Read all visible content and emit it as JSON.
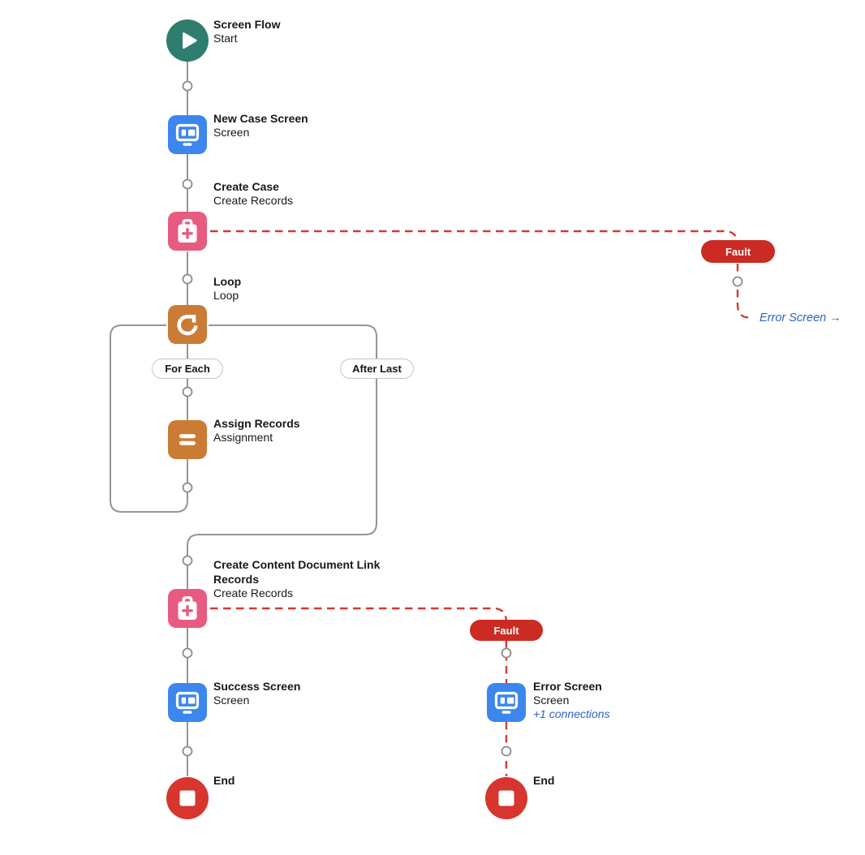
{
  "flow": {
    "nodes": {
      "start": {
        "title": "Screen Flow",
        "subtitle": "Start"
      },
      "new_case_screen": {
        "title": "New Case Screen",
        "subtitle": "Screen"
      },
      "create_case": {
        "title": "Create Case",
        "subtitle": "Create Records"
      },
      "loop": {
        "title": "Loop",
        "subtitle": "Loop"
      },
      "assign_records": {
        "title": "Assign Records",
        "subtitle": "Assignment"
      },
      "create_cdl": {
        "title": "Create Content Document Link Records",
        "subtitle": "Create Records"
      },
      "success_screen": {
        "title": "Success Screen",
        "subtitle": "Screen"
      },
      "end_left": {
        "title": "End"
      },
      "error_screen": {
        "title": "Error Screen",
        "subtitle": "Screen",
        "connections": "+1 connections"
      },
      "end_right": {
        "title": "End"
      }
    },
    "badges": {
      "for_each": "For Each",
      "after_last": "After Last",
      "fault": "Fault"
    },
    "goto": {
      "label": "Error Screen →"
    },
    "colors": {
      "start_teal": "#2e7d6e",
      "screen_blue": "#3b87ee",
      "data_pink": "#e85b80",
      "logic_orange": "#cb7b34",
      "end_red": "#d7352d",
      "fault_red": "#cb2b23",
      "fault_line_red": "#d23a30",
      "connector_gray": "#969492",
      "link_blue": "#2b62c9"
    }
  }
}
